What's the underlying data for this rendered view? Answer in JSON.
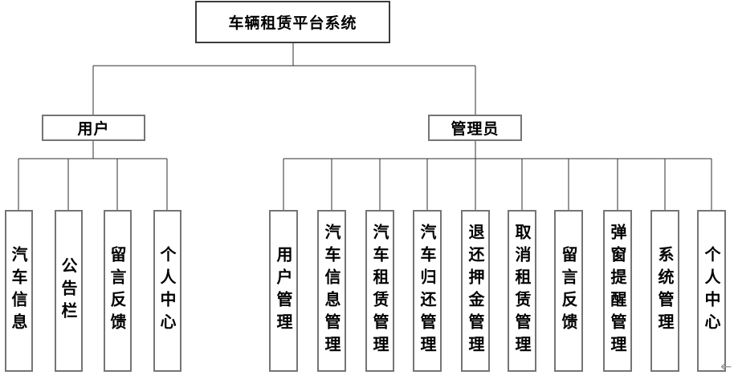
{
  "diagram": {
    "title": "车辆租赁平台系统",
    "root": {
      "label": "车辆租赁平台系统"
    },
    "branches": [
      {
        "label": "用户",
        "children": [
          "汽车信息",
          "公告栏",
          "留言反馈",
          "个人中心"
        ]
      },
      {
        "label": "管理员",
        "children": [
          "用户管理",
          "汽车信息管理",
          "汽车租赁管理",
          "汽车归还管理",
          "退还押金管理",
          "取消租赁管理",
          "留言反馈",
          "弹窗提醒管理",
          "系统管理",
          "个人中心"
        ]
      }
    ],
    "colors": {
      "background": "#ffffff",
      "box_border": "#757575",
      "root_border": "#3c3c3c",
      "line": "#2f2f2f",
      "text": "#000000",
      "cursor": "#9a9a9a"
    },
    "cursor_icon": "←"
  }
}
